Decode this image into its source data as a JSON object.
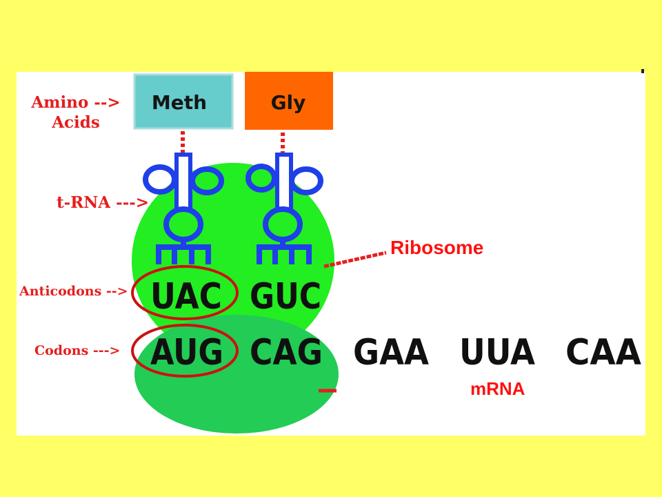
{
  "labels": {
    "amino_line1": "Amino -->",
    "amino_line2": "Acids",
    "trna": "t-RNA --->",
    "anticodons": "Anticodons -->",
    "codons": "Codons --->",
    "ribosome": "Ribosome",
    "mrna": "mRNA"
  },
  "amino_acids": [
    {
      "name": "Meth",
      "color": "#66cccc"
    },
    {
      "name": "Gly",
      "color": "#ff6600"
    }
  ],
  "anticodons": [
    "UAC",
    "GUC"
  ],
  "codons": [
    "AUG",
    "CAG",
    "GAA",
    "UUA",
    "CAA"
  ],
  "colors": {
    "background": "#ffff66",
    "panel": "#ffffff",
    "ribosome_large": "#22ee22",
    "ribosome_small": "#22cc55",
    "trna": "#1f3fe8",
    "label_red": "#e41e1e",
    "circle": "#cc1111"
  }
}
